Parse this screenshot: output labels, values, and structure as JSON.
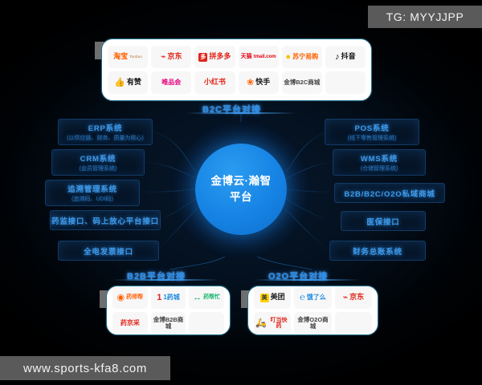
{
  "watermarks": {
    "top_right": "TG: MYYJJPP",
    "bottom_left": "www.sports-kfa8.com"
  },
  "center": {
    "line1": "金博云·瀚智",
    "line2": "平台"
  },
  "sections": {
    "b2c_title": "B2C平台对接",
    "b2b_title": "B2B平台对接",
    "o2o_title": "O2O平台对接"
  },
  "left_modules": [
    {
      "title": "ERP系统",
      "subtitle": "(以供应链、财务、质量为核心)"
    },
    {
      "title": "CRM系统",
      "subtitle": "(会员管理系统)"
    },
    {
      "title": "追溯管理系统",
      "subtitle": "(追溯码、UDI码)"
    },
    {
      "title": "药监接口、码上放心平台接口",
      "subtitle": ""
    },
    {
      "title": "全电发票接口",
      "subtitle": ""
    }
  ],
  "right_modules": [
    {
      "title": "POS系统",
      "subtitle": "(线下零售管理系统)"
    },
    {
      "title": "WMS系统",
      "subtitle": "(仓储管理系统)"
    },
    {
      "title": "B2B/B2C/O2O私域商城",
      "subtitle": ""
    },
    {
      "title": "医保接口",
      "subtitle": ""
    },
    {
      "title": "财务总账系统",
      "subtitle": ""
    }
  ],
  "b2c_platforms": [
    {
      "name": "淘宝",
      "sub": "Taobao",
      "mark": "",
      "color": "c-orange"
    },
    {
      "name": "京东",
      "sub": "",
      "mark": "",
      "color": "c-red"
    },
    {
      "name": "拼多多",
      "sub": "",
      "mark": "",
      "color": "c-red"
    },
    {
      "name": "天猫",
      "sub": "tmall.com",
      "mark": "",
      "color": "c-tmall"
    },
    {
      "name": "苏宁易购",
      "sub": "",
      "mark": "",
      "color": "c-yellow"
    },
    {
      "name": "抖音",
      "sub": "",
      "mark": "",
      "color": "c-black"
    },
    {
      "name": "有赞",
      "sub": "",
      "mark": "",
      "color": "c-red"
    },
    {
      "name": "唯品会",
      "sub": "",
      "mark": "",
      "color": "c-pink"
    },
    {
      "name": "小红书",
      "sub": "",
      "mark": "",
      "color": "c-red"
    },
    {
      "name": "快手",
      "sub": "",
      "mark": "",
      "color": "c-orange"
    },
    {
      "name": "金博B2C商城",
      "sub": "",
      "mark": "",
      "color": "c-gray"
    },
    {
      "name": "",
      "sub": "",
      "mark": "",
      "color": "c-gray"
    }
  ],
  "b2b_platforms": [
    {
      "name": "药师帮",
      "sub": "",
      "color": "c-orange"
    },
    {
      "name": "1药城",
      "sub": "",
      "color": "c-red"
    },
    {
      "name": "药帮忙",
      "sub": "",
      "color": "c-green"
    },
    {
      "name": "药京采",
      "sub": "",
      "color": "c-red"
    },
    {
      "name": "金博B2B商城",
      "sub": "",
      "color": "c-gray"
    },
    {
      "name": "",
      "sub": "",
      "color": "c-gray"
    }
  ],
  "o2o_platforms": [
    {
      "name": "美团",
      "sub": "",
      "color": "c-meituan"
    },
    {
      "name": "饿了么",
      "sub": "",
      "color": "c-blue"
    },
    {
      "name": "京东",
      "sub": "",
      "color": "c-red"
    },
    {
      "name": "叮当快药",
      "sub": "",
      "color": "c-red"
    },
    {
      "name": "金博O2O商城",
      "sub": "",
      "color": "c-gray"
    },
    {
      "name": "",
      "sub": "",
      "color": "c-gray"
    }
  ],
  "colors": {
    "accent_blue": "#2f8fe8",
    "center_blue": "#1683e4",
    "panel_border": "#1d6f8f",
    "watermark_bg": "#5a5a5a"
  }
}
